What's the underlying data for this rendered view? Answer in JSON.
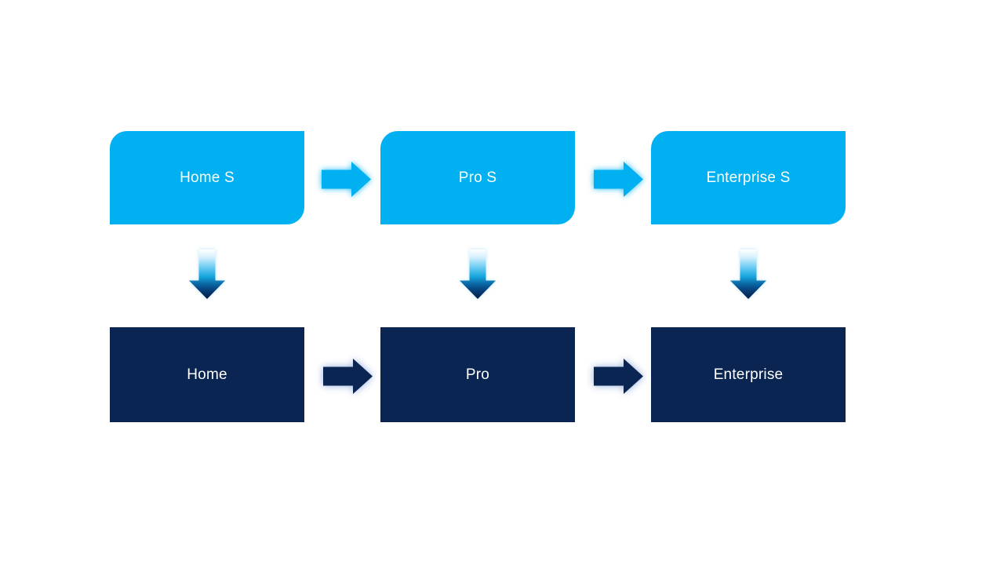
{
  "diagram": {
    "top_row": [
      {
        "label": "Home S"
      },
      {
        "label": "Pro S"
      },
      {
        "label": "Enterprise S"
      }
    ],
    "bottom_row": [
      {
        "label": "Home"
      },
      {
        "label": "Pro"
      },
      {
        "label": "Enterprise"
      }
    ],
    "colors": {
      "top_node_fill": "#00B0F0",
      "bottom_node_fill": "#0A2551",
      "top_arrow_fill": "#00B0F0",
      "bottom_arrow_fill": "#0A2551",
      "top_arrow_glow": "#00B0F0",
      "bottom_arrow_glow": "#8FAADC",
      "down_arrow_gradient_top": "#FFFFFF",
      "down_arrow_gradient_mid": "#16A5DE",
      "down_arrow_gradient_bottom": "#021D45",
      "label_text": "#FFFFFF",
      "background": "#FFFFFF"
    },
    "icons": {
      "right_arrow": "right-arrow-icon",
      "down_arrow": "down-arrow-icon"
    }
  }
}
